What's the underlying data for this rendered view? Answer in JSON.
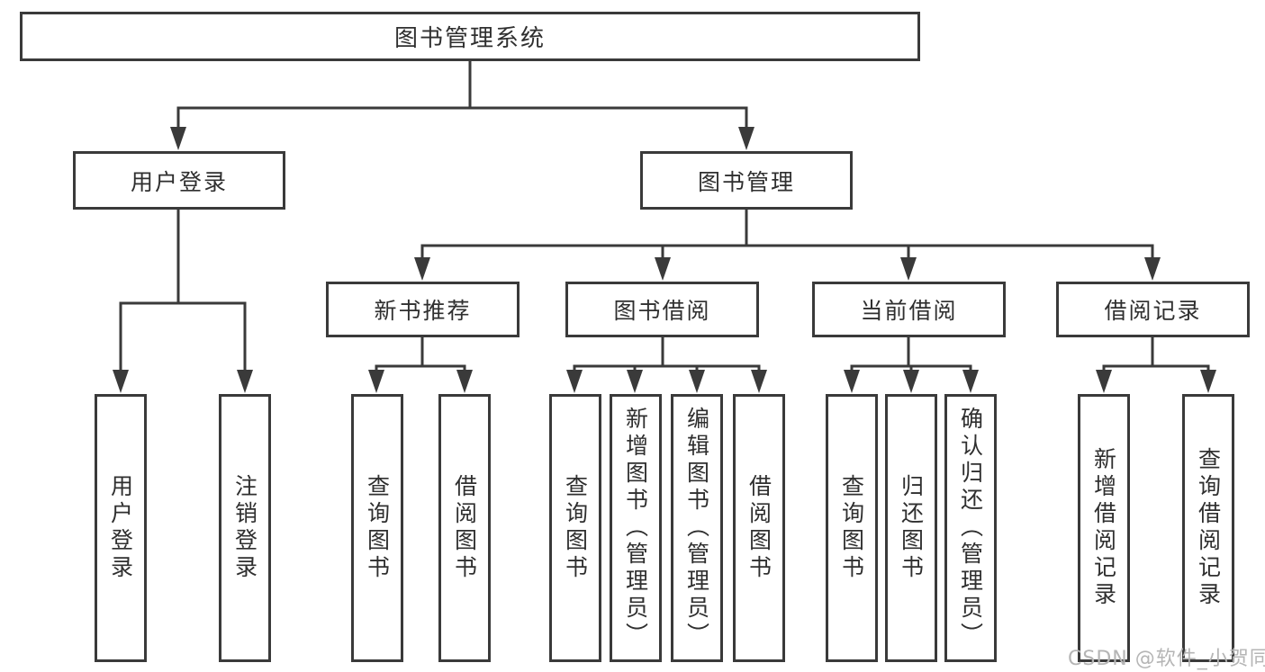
{
  "diagram": {
    "title": "图书管理系统",
    "branches": [
      {
        "label": "用户登录",
        "children": [
          {
            "label": "用户登录"
          },
          {
            "label": "注销登录"
          }
        ]
      },
      {
        "label": "图书管理",
        "children": [
          {
            "label": "新书推荐",
            "children": [
              {
                "label": "查询图书"
              },
              {
                "label": "借阅图书"
              }
            ]
          },
          {
            "label": "图书借阅",
            "children": [
              {
                "label": "查询图书"
              },
              {
                "label": "新增图书（管理员）"
              },
              {
                "label": "编辑图书（管理员）"
              },
              {
                "label": "借阅图书"
              }
            ]
          },
          {
            "label": "当前借阅",
            "children": [
              {
                "label": "查询图书"
              },
              {
                "label": "归还图书"
              },
              {
                "label": "确认归还（管理员）"
              }
            ]
          },
          {
            "label": "借阅记录",
            "children": [
              {
                "label": "新增借阅记录"
              },
              {
                "label": "查询借阅记录"
              }
            ]
          }
        ]
      }
    ]
  },
  "watermark": {
    "text": "CSDN @软件_小贺同学"
  },
  "colors": {
    "line": "#3a3a3a",
    "box_border": "#3a3a3a",
    "text": "#2f2f2f",
    "watermark_text": "#b5b5b5",
    "background": "#ffffff"
  }
}
